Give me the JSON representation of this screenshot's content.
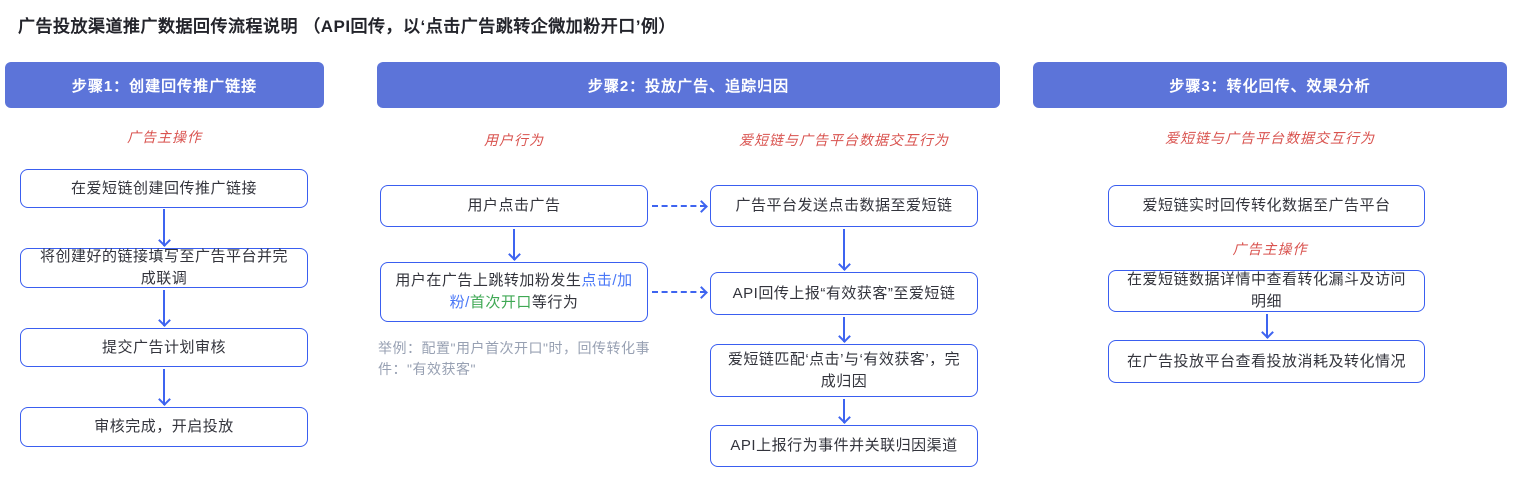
{
  "title": "广告投放渠道推广数据回传流程说明  （API回传，以‘点击广告跳转企微加粉开口’例）",
  "colors": {
    "step_header_bg": "#5c74d9",
    "box_border_blue": "#3a5ef0",
    "arrow_blue": "#3e64f0",
    "role_label_red": "#d9534f",
    "note_gray": "#98a1b3",
    "keyword_blue": "#4977f7",
    "keyword_green": "#3fa854"
  },
  "step1": {
    "header": "步骤1：创建回传推广链接",
    "role_label": "广告主操作",
    "boxes": [
      "在爱短链创建回传推广链接",
      "将创建好的链接填写至广告平台并完成联调",
      "提交广告计划审核",
      "审核完成，开启投放"
    ]
  },
  "step2": {
    "header": "步骤2：投放广告、追踪归因",
    "left_label": "用户行为",
    "right_label": "爱短链与广告平台数据交互行为",
    "left": {
      "box1": "用户点击广告",
      "box2_prefix": "用户在广告上跳转加粉发生",
      "box2_blue": "点击/加粉/",
      "box2_green": "首次开口",
      "box2_suffix": "等行为",
      "note": "举例：配置\"用户首次开口\"时，回传转化事件：\"有效获客\""
    },
    "right_boxes": [
      "广告平台发送点击数据至爱短链",
      "API回传上报“有效获客”至爱短链",
      "爱短链匹配‘点击’与‘有效获客’，完成归因",
      "API上报行为事件并关联归因渠道"
    ]
  },
  "step3": {
    "header": "步骤3：转化回传、效果分析",
    "interaction_label": "爱短链与广告平台数据交互行为",
    "role_label": "广告主操作",
    "boxes": [
      "爱短链实时回传转化数据至广告平台",
      "在爱短链数据详情中查看转化漏斗及访问明细",
      "在广告投放平台查看投放消耗及转化情况"
    ]
  }
}
